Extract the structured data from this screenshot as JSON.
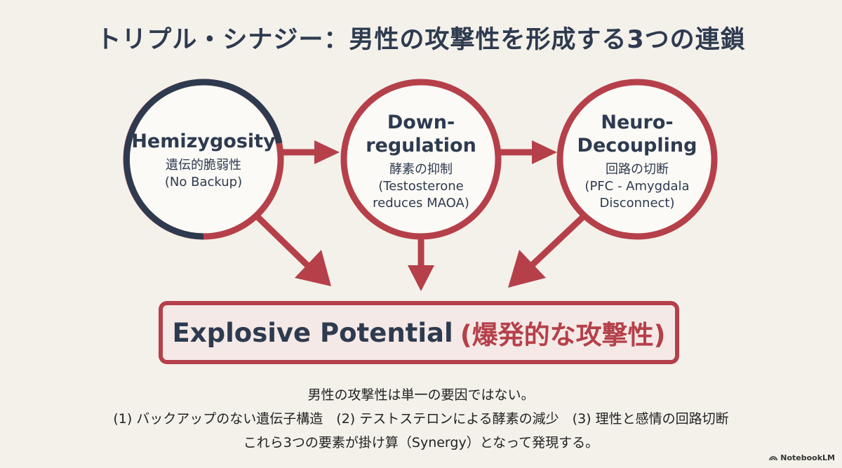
{
  "title": "トリプル・シナジー：男性の攻撃性を形成する3つの連鎖",
  "nodes": [
    {
      "title_lines": [
        "Hemizygosity"
      ],
      "subtitle": "遺伝的脆弱性",
      "note_lines": [
        "(No Backup)"
      ]
    },
    {
      "title_lines": [
        "Down-",
        "regulation"
      ],
      "subtitle": "酵素の抑制",
      "note_lines": [
        "(Testosterone",
        "reduces MAOA)"
      ]
    },
    {
      "title_lines": [
        "Neuro-",
        "Decoupling"
      ],
      "subtitle": "回路の切断",
      "note_lines": [
        "(PFC - Amygdala",
        "Disconnect)"
      ]
    }
  ],
  "result": {
    "english": "Explosive Potential",
    "japanese": "(爆発的な攻撃性)"
  },
  "caption": [
    "男性の攻撃性は単一の要因ではない。",
    "(1) バックアップのない遺伝子構造　(2) テストステロンによる酵素の減少　(3) 理性と感情の回路切断",
    "これら3つの要素が掛け算（Synergy）となって発現する。"
  ],
  "watermark": "NotebookLM",
  "colors": {
    "accent": "#b5404a",
    "navy": "#2e3a4f",
    "background": "#f3f1ea"
  }
}
